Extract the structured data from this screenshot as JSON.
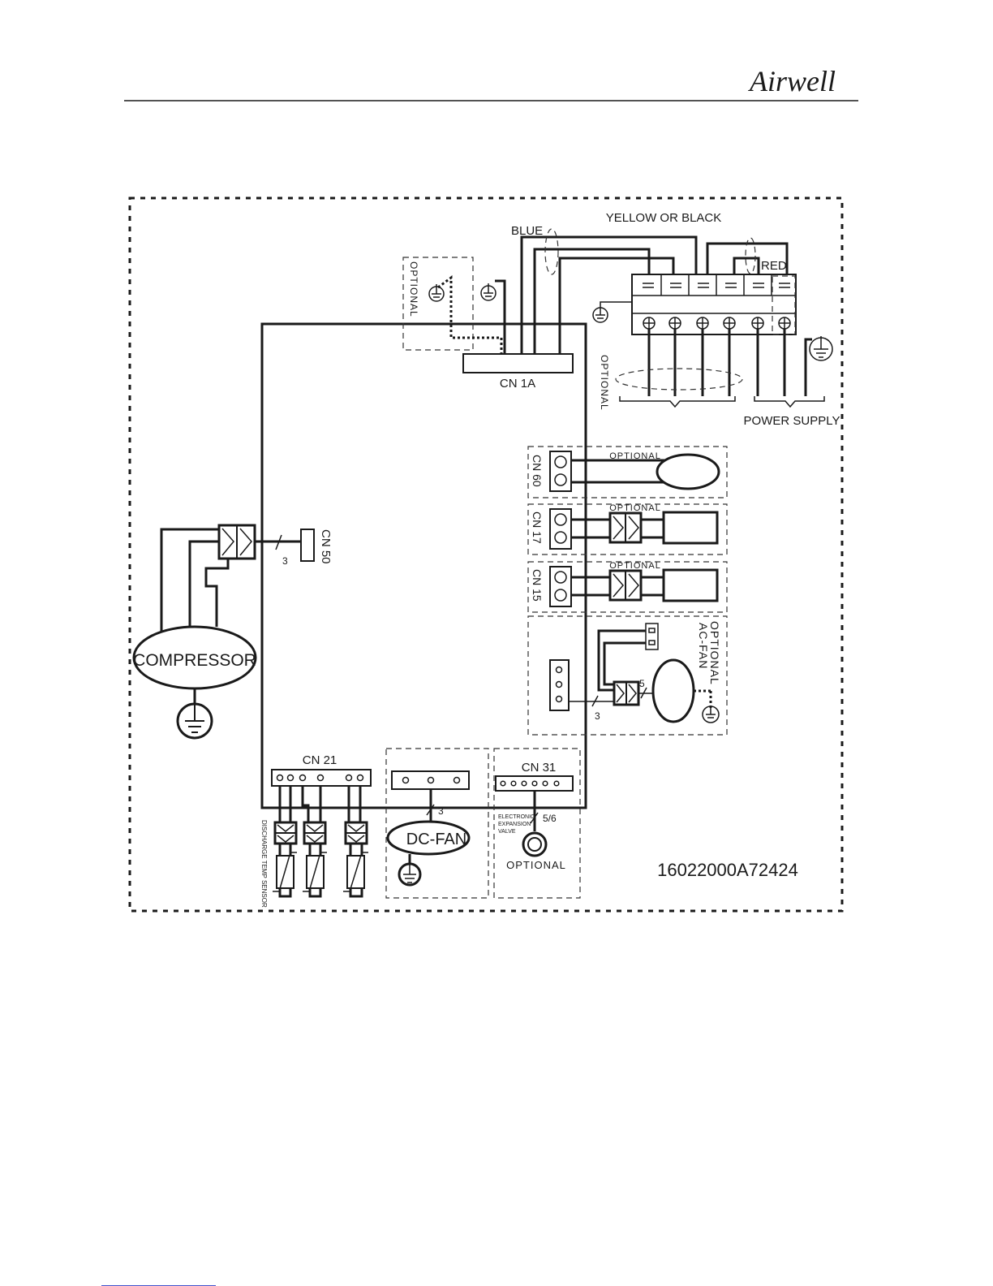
{
  "brand": {
    "logo_text": "Airwell"
  },
  "labels": {
    "yellow_black": "YELLOW OR BLACK",
    "blue": "BLUE",
    "red": "RED",
    "optional_top": "OPTIONAL",
    "optional_terminal": "OPTIONAL",
    "cn1a": "CN 1A",
    "power_supply": "POWER SUPPLY",
    "cn60": "CN 60",
    "cn17": "CN 17",
    "cn15": "CN 15",
    "optional_cn60": "OPTIONAL",
    "optional_cn17": "OPTIONAL",
    "optional_cn15": "OPTIONAL",
    "cn50": "CN 50",
    "compressor_wire_count": "3",
    "compressor": "COMPRESSOR",
    "optional_ac_fan": "OPTIONAL",
    "ac_fan": "AC-FAN",
    "ac_fan_wire_5": "5",
    "ac_fan_wire_3": "3",
    "cn21": "CN 21",
    "discharge_temp_sensor": "DISCHARGE TEMP SENSOR",
    "dc_fan_wire_count": "3",
    "dc_fan": "DC-FAN",
    "cn31": "CN 31",
    "eev_line1": "ELECTRONIC",
    "eev_line2": "EXPANSION",
    "eev_line3": "VALVE",
    "eev_wire_count": "5/6",
    "optional_eev": "OPTIONAL",
    "part_number": "16022000A72424"
  }
}
